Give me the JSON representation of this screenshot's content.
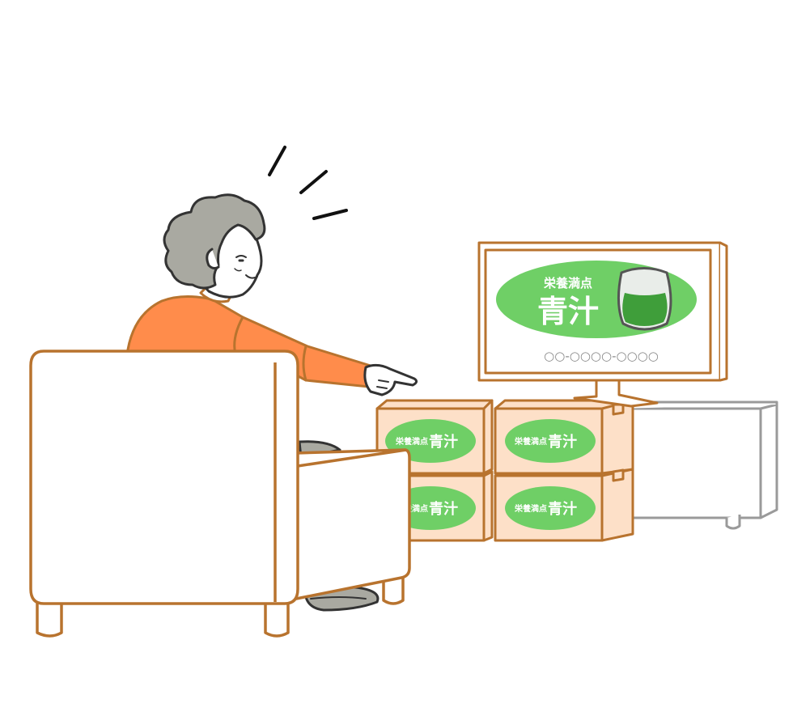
{
  "tv": {
    "subtitle": "栄養満点",
    "product": "青汁",
    "phone": "○○-○○○○-○○○○"
  },
  "boxes": [
    {
      "subtitle": "栄養満点",
      "product": "青汁"
    },
    {
      "subtitle": "栄養満点",
      "product": "青汁"
    },
    {
      "subtitle": "栄養満点",
      "product": "青汁"
    },
    {
      "subtitle": "栄養満点",
      "product": "青汁"
    }
  ],
  "colors": {
    "outline": "#b8732e",
    "box_fill": "#fde0c8",
    "label_green": "#6fcf66",
    "juice_green": "#3f9e3a",
    "shirt": "#ff8c4b",
    "hair": "#a9a9a1",
    "skin": "#ffffff",
    "cabinet": "#9a9a9a"
  },
  "icons": [
    "glass-of-green-juice-icon",
    "exclamation-lines-icon",
    "pointing-hand-icon"
  ]
}
